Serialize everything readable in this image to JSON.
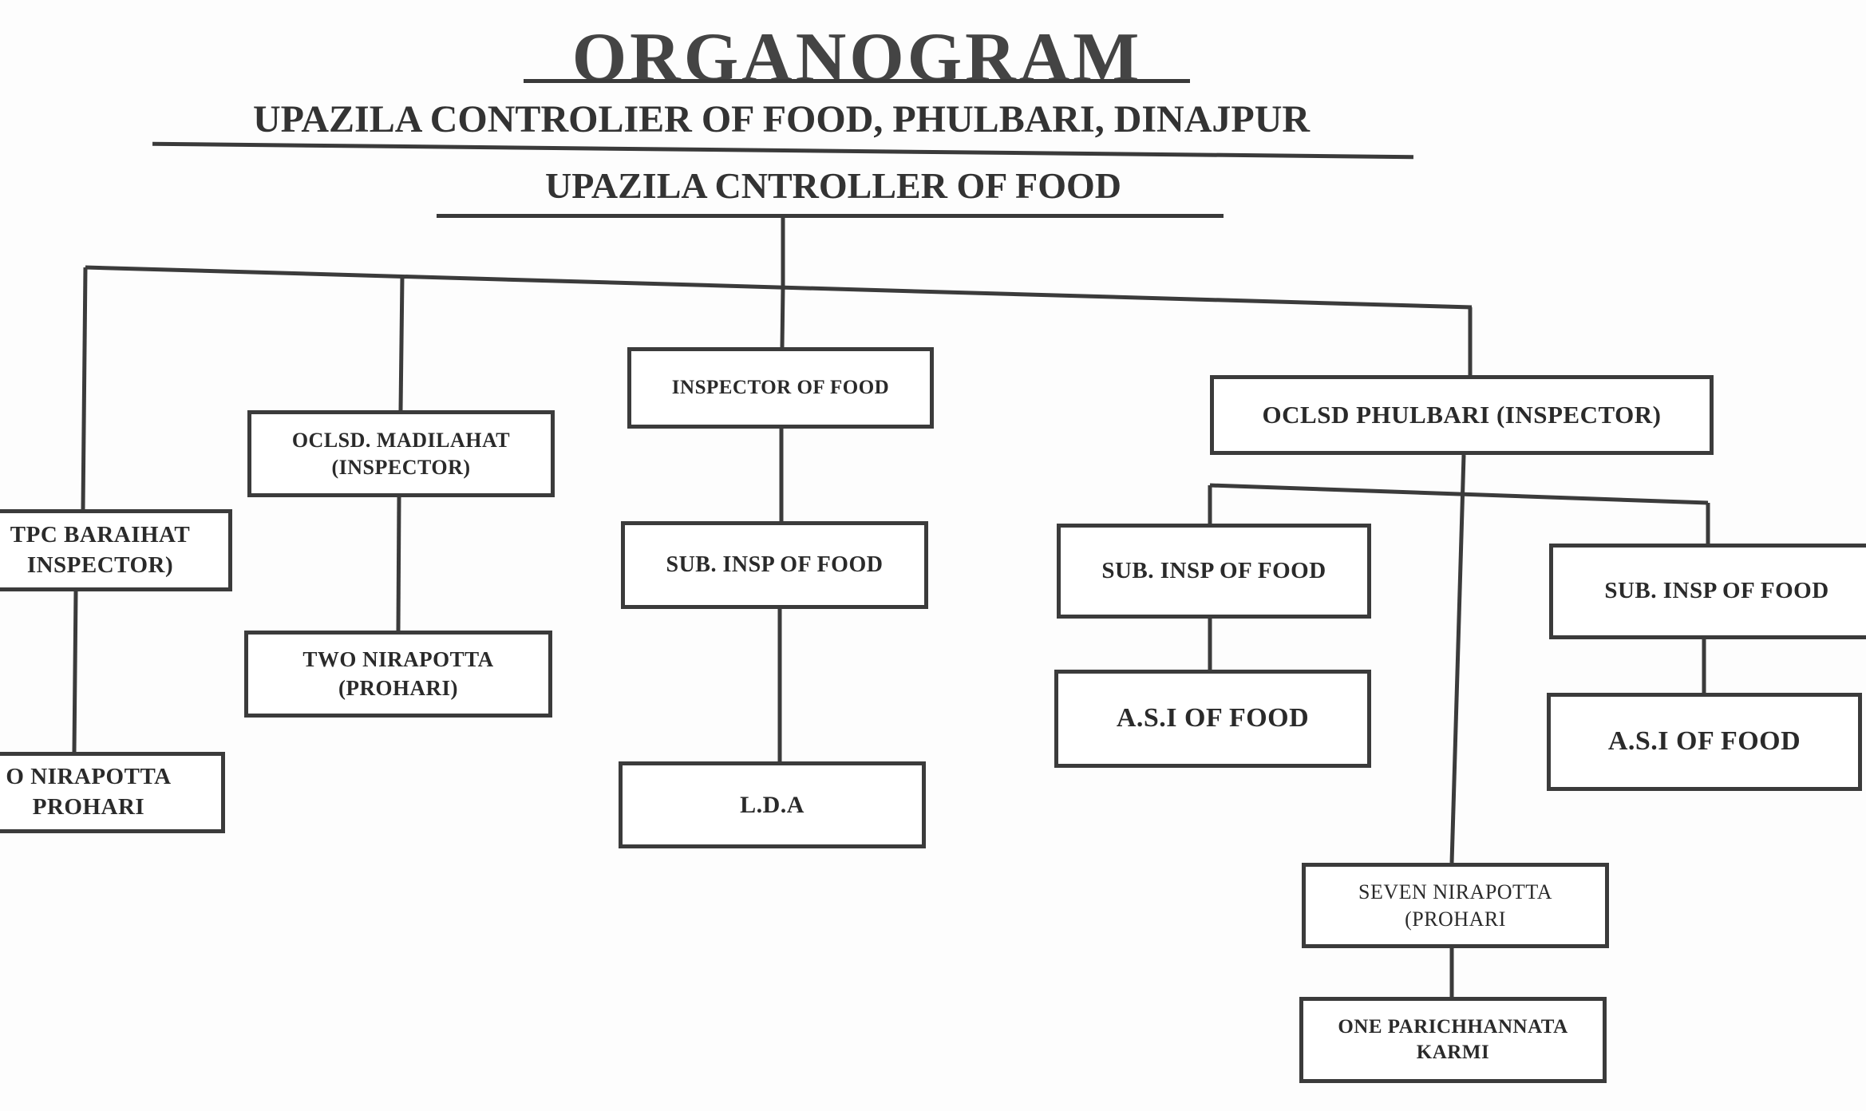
{
  "header": {
    "title": "ORGANOGRAM",
    "office": "UPAZILA CONTROLIER OF FOOD, PHULBARI, DINAJPUR",
    "head": "UPAZILA CNTROLLER OF FOOD"
  },
  "nodes": {
    "inspector_of_food": "INSPECTOR OF FOOD",
    "oclsd_phulbari": "OCLSD PHULBARI (INSPECTOR)",
    "oclsd_madilahat": "OCLSD. MADILAHAT\n(INSPECTOR)",
    "tpc_baraihat": "TPC BARAIHAT\nINSPECTOR)",
    "sub_insp_center": "SUB. INSP OF FOOD",
    "two_nirapotta": "TWO NIRAPOTTA\n(PROHARI)",
    "o_nirapotta": "O NIRAPOTTA\nPROHARI",
    "lda": "L.D.A",
    "sub_insp_right1": "SUB. INSP OF FOOD",
    "sub_insp_right2": "SUB. INSP OF FOOD",
    "asi_1": "A.S.I OF FOOD",
    "asi_2": "A.S.I OF FOOD",
    "seven_nirapotta": "SEVEN NIRAPOTTA\n(PROHARI",
    "one_parichhannata": "ONE PARICHHANNATA\nKARMI"
  }
}
